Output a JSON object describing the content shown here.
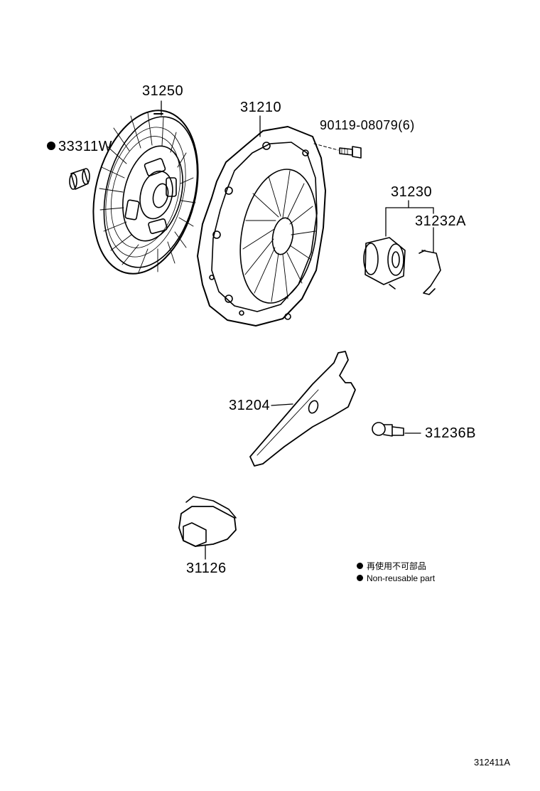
{
  "parts": {
    "p31250": "31250",
    "p33311w": "33311W",
    "p31210": "31210",
    "p90119": "90119-08079(6)",
    "p31230": "31230",
    "p31232a": "31232A",
    "p31204": "31204",
    "p31236b": "31236B",
    "p31126": "31126"
  },
  "legend": {
    "japanese": "再使用不可部品",
    "english": "Non-reusable part"
  },
  "diagram_code": "312411A"
}
